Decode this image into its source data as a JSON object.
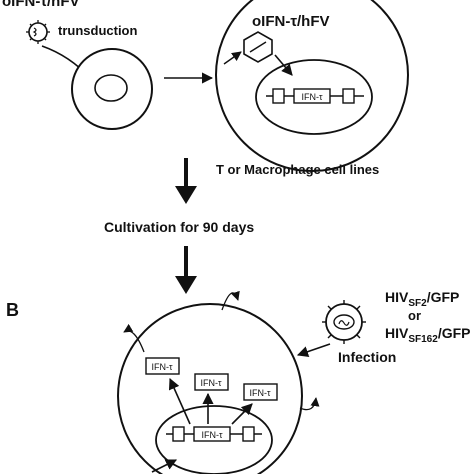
{
  "labels": {
    "vector_top": "oIFN-τ/hFV",
    "transduction": "trunsduction",
    "vector_in_cell": "oIFN-τ/hFV",
    "gene_top": "IFN-τ",
    "cell_lines": "T or Macrophage cell lines",
    "cultivation": "Cultivation for 90 days",
    "panel_b": "B",
    "hiv_1_main": "HIV",
    "hiv_1_sub": "SF2",
    "hiv_1_tail": "/GFP",
    "or": "or",
    "hiv_2_main": "HIV",
    "hiv_2_sub": "SF162",
    "hiv_2_tail": "/GFP",
    "infection": "Infection",
    "protein_1": "IFN-τ",
    "protein_2": "IFN-τ",
    "protein_3": "IFN-τ",
    "gene_bottom": "IFN-τ"
  }
}
